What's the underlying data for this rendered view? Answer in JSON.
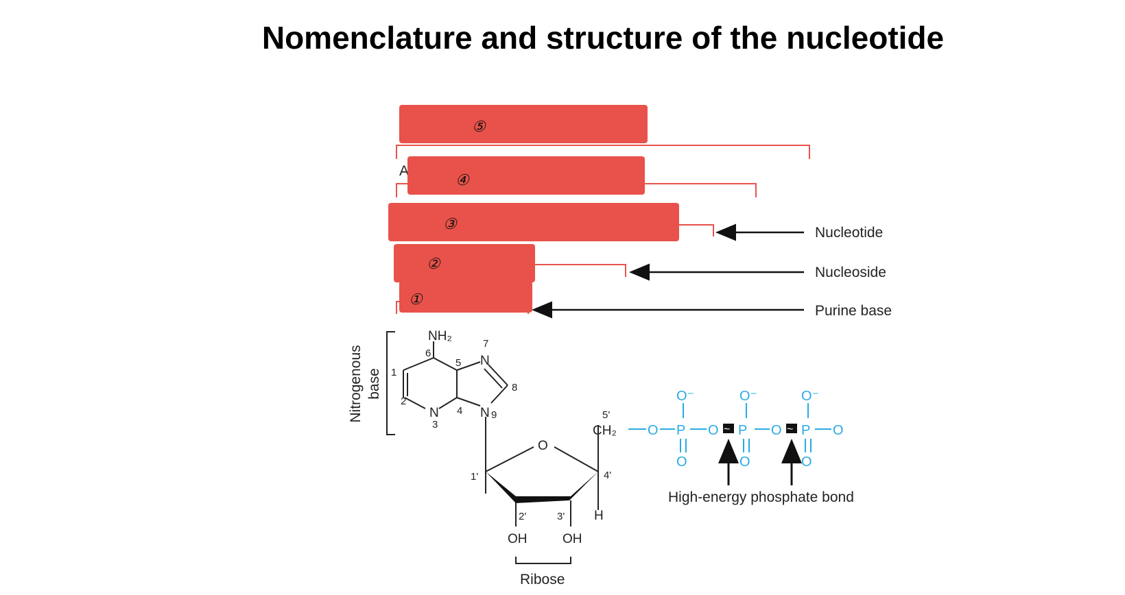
{
  "title": "Nomenclature and structure of the nucleotide",
  "colors": {
    "redact_bar": "#e8524a",
    "bracket": "#e8524a",
    "phosphate": "#29abe2",
    "arrow": "#111111"
  },
  "redaction_marks": [
    "⑤",
    "④",
    "③",
    "②",
    "①"
  ],
  "partial_letter": "A",
  "labels": {
    "nucleotide": "Nucleotide",
    "nucleoside": "Nucleoside",
    "purine_base": "Purine base",
    "nitrogenous_base_line1": "Nitrogenous",
    "nitrogenous_base_line2": "base",
    "ribose": "Ribose",
    "high_energy_bond": "High-energy phosphate bond"
  },
  "adenine": {
    "nh2": "NH₂",
    "n7": "N",
    "n9": "N",
    "n3": "N",
    "numbers": [
      "1",
      "2",
      "3",
      "4",
      "5",
      "6",
      "7",
      "8",
      "9"
    ]
  },
  "ribose": {
    "ring_o": "O",
    "c5": "5'",
    "c1": "1'",
    "c2": "2'",
    "c3": "3'",
    "c4": "4'",
    "ch2": "CH₂",
    "h": "H",
    "oh1": "OH",
    "oh2": "OH"
  },
  "phosphate_chain": {
    "o": "O",
    "p": "P",
    "o_minus": "O⁻",
    "wavy": "~"
  }
}
